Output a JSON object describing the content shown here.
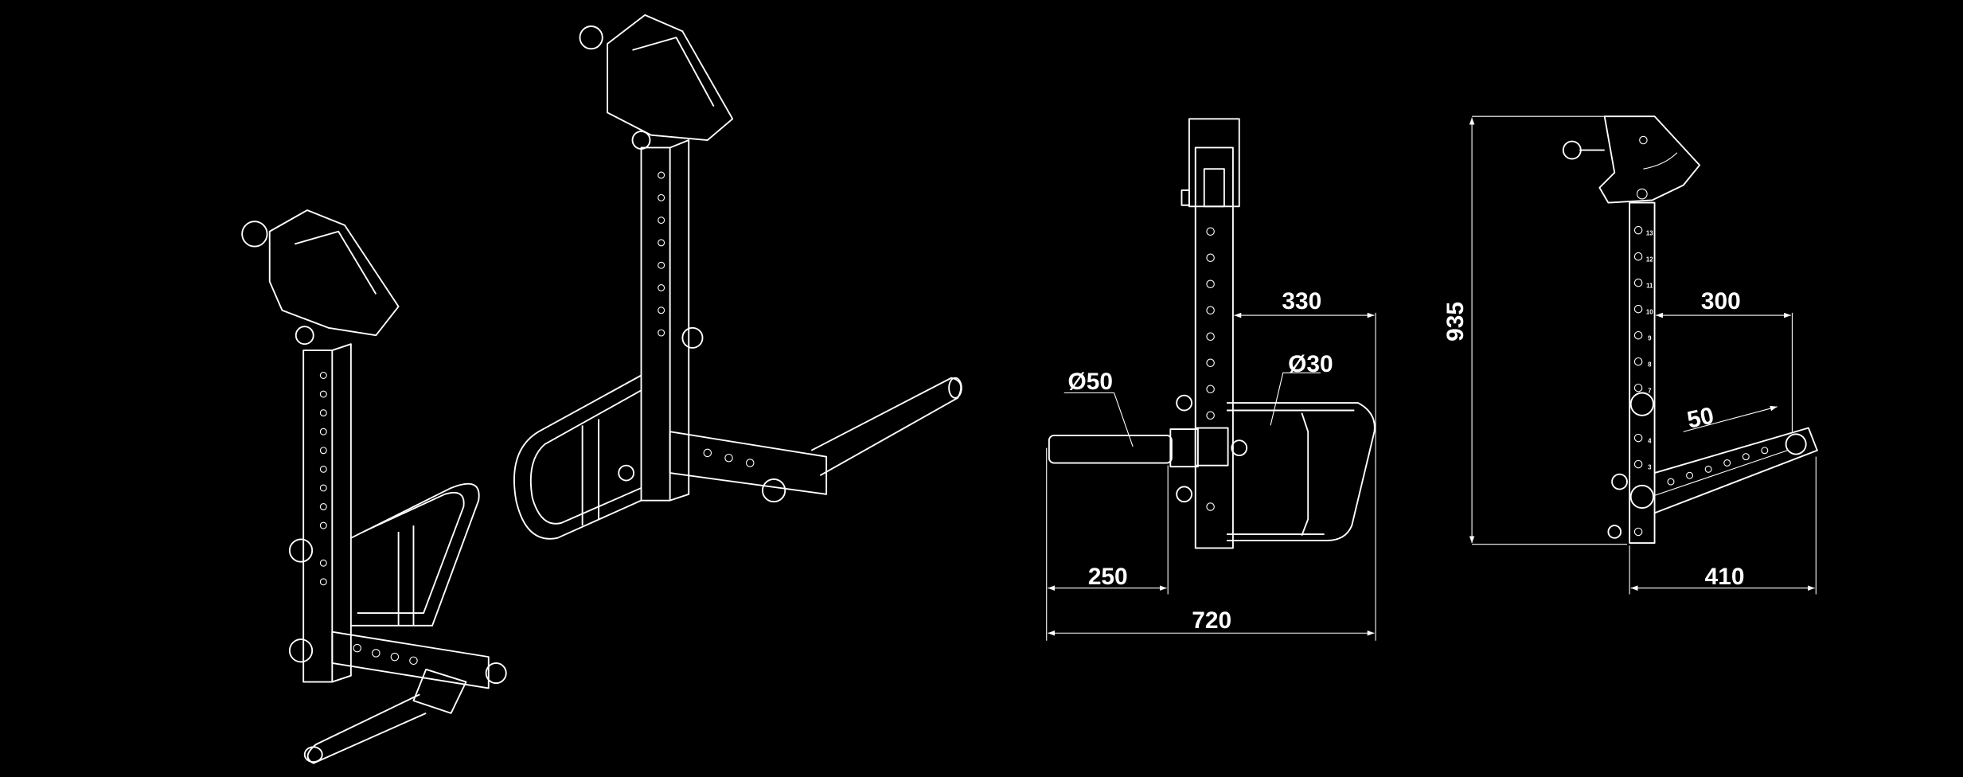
{
  "drawing": {
    "background_color": "#000000",
    "line_color": "#ffffff",
    "front_view": {
      "dim_top_width": "330",
      "dim_handle_diameter": "Ø30",
      "dim_bar_diameter": "Ø50",
      "dim_bar_length": "250",
      "dim_total_width": "720"
    },
    "side_view": {
      "dim_height": "935",
      "dim_arm_reach": "300",
      "dim_hole_spacing": "50",
      "dim_total_depth": "410",
      "scale_numbers": [
        "13",
        "12",
        "11",
        "10",
        "9",
        "8",
        "7",
        "4",
        "3"
      ]
    }
  }
}
